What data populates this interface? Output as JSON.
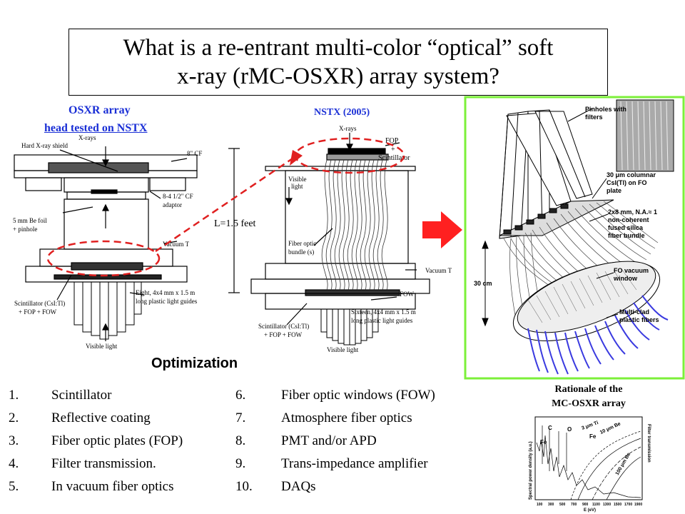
{
  "title": {
    "line1": "What is a re-entrant multi-color “optical” soft",
    "line2": "x-ray (rMC-OSXR) array system?"
  },
  "labels": {
    "osxr_head_line1": "OSXR array",
    "osxr_head_line2": "head  tested on NSTX",
    "nstx_2005": "NSTX (2005)"
  },
  "left_diagram": {
    "xrays": "X-rays",
    "hard_shield": "Hard X-ray shield",
    "cf8": "8\" CF",
    "cf_adaptor_1": "8-4 1/2\" CF",
    "cf_adaptor_2": "adaptor",
    "be_foil_1": "5 mm Be foil",
    "be_foil_2": "+ pinhole",
    "vacuum": "Vacuum T",
    "scint_1": "Scintillator (CsI:Tl)",
    "scint_2": "+ FOP + FOW",
    "guides_1": "Eight, 4x4 mm x 1.5 m",
    "guides_2": "long plastic light guides",
    "visible": "Visible light",
    "length": "L=1.5 feet"
  },
  "middle_diagram": {
    "xrays": "X-rays",
    "fop_1": "FOP",
    "fop_2": "+",
    "fop_3": "Scintillator",
    "visible_1": "Visible",
    "visible_2": "light",
    "bundle_1": "Fiber optic",
    "bundle_2": "bundle (s)",
    "vacuum": "Vacuum T",
    "fow": "FOW",
    "scint_1": "Scintillator (CsI:Tl)",
    "scint_2": "+ FOP + FOW",
    "guides_1": "Sixteen, 4x4 mm x 1.5 m",
    "guides_2": "long plastic light guides",
    "visible": "Visible light"
  },
  "right_diagram": {
    "pinholes_1": "Pinholes with",
    "pinholes_2": "filters",
    "csi_1": "30 μm columnar",
    "csi_2": "CsI(Tl) on FO",
    "csi_3": "plate",
    "fused_1": "2x8 mm, N.A.≈ 1",
    "fused_2": "non-coherent",
    "fused_3": "fused silica",
    "fused_4": "fiber bundle",
    "window_1": "FO vacuum",
    "window_2": "window",
    "cm": "30 cm",
    "multi_1": "Multi-clad",
    "multi_2": "plastic fibers"
  },
  "optimization": {
    "title": "Optimization",
    "items": [
      {
        "num": "1.",
        "text": "Scintillator"
      },
      {
        "num": "2.",
        "text": "Reflective coating"
      },
      {
        "num": "3.",
        "text": "Fiber optic plates (FOP)"
      },
      {
        "num": "4.",
        "text": "Filter transmission."
      },
      {
        "num": "5.",
        "text": "In vacuum fiber optics"
      },
      {
        "num": "6.",
        "text": "Fiber optic windows (FOW)"
      },
      {
        "num": "7.",
        "text": "Atmosphere fiber optics"
      },
      {
        "num": "8.",
        "text": "PMT and/or APD"
      },
      {
        "num": "9.",
        "text": "Trans-impedance amplifier"
      },
      {
        "num": "10.",
        "text": "DAQs"
      }
    ]
  },
  "rationale": {
    "line1": "Rationale of the",
    "line2": "MC-OSXR array"
  },
  "mini_plot": {
    "ylabel": "Spectral power density (a.u.)",
    "xlabel": "E (eV)",
    "right_label": "Filter transmission",
    "labels": [
      "C",
      "O",
      "Fe",
      "Fe",
      "3 μm Ti",
      "10 μm Be",
      "100 μm Be"
    ],
    "ticks": [
      "100",
      "300",
      "500",
      "700",
      "900",
      "1100",
      "1300",
      "1500",
      "1700",
      "1900"
    ]
  },
  "colors": {
    "title_border": "#000000",
    "label_blue": "#1a2fd6",
    "dashed_red": "#e02020",
    "arrow_red": "#ff2020",
    "frame_green": "#7cf03a",
    "fiber_blue": "#3a3ae0"
  }
}
